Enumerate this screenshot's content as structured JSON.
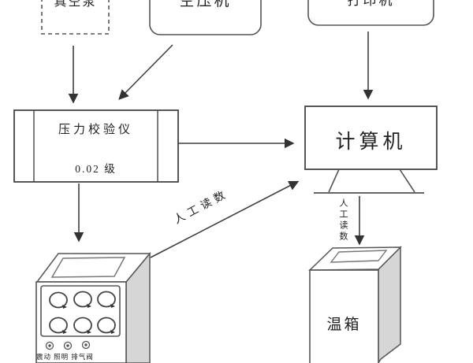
{
  "diagram": {
    "nodes": {
      "vacuum_pump": {
        "label": "真空泵"
      },
      "air_compressor": {
        "label": "空压机"
      },
      "printer": {
        "label": "打印机"
      },
      "calibrator": {
        "label": "压力校验仪",
        "grade": "0.02 级"
      },
      "computer": {
        "label": "计算机"
      },
      "piston_gauge": {
        "controls": "震动 照明 排气阀"
      },
      "temp_chamber": {
        "label": "温箱"
      }
    },
    "edges": {
      "manual_reading_to_computer": "人工读数",
      "manual_reading_to_chamber": "人工读数"
    },
    "colors": {
      "stroke": "#3f3f3f",
      "side_face": "#d6d6d6",
      "text": "#222222",
      "background": "#ffffff"
    }
  }
}
